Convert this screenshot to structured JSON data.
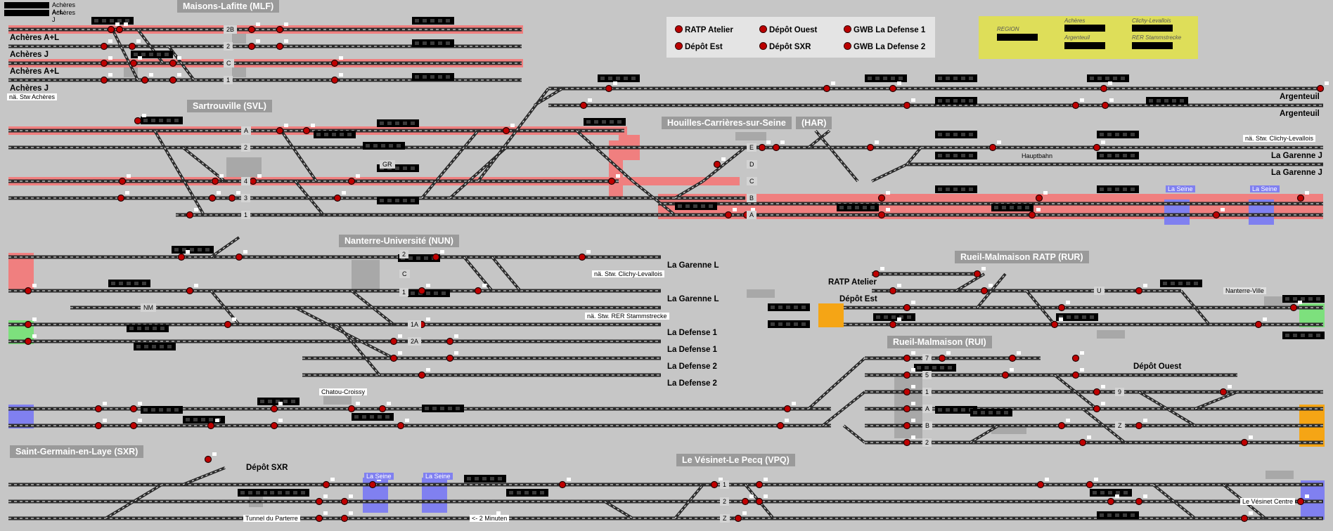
{
  "top_left": {
    "line1": "Achères A+L",
    "line2": "Achères J"
  },
  "stations": [
    {
      "id": "mlf",
      "name": "Maisons-Lafitte (MLF)"
    },
    {
      "id": "svl",
      "name": "Sartrouville (SVL)"
    },
    {
      "id": "har",
      "name": "Houilles-Carrières-sur-Seine"
    },
    {
      "id": "har2",
      "name": "(HAR)"
    },
    {
      "id": "nun",
      "name": "Nanterre-Université (NUN)"
    },
    {
      "id": "rur",
      "name": "Rueil-Malmaison RATP (RUR)"
    },
    {
      "id": "rui",
      "name": "Rueil-Malmaison (RUI)"
    },
    {
      "id": "sxr",
      "name": "Saint-Germain-en-Laye (SXR)"
    },
    {
      "id": "vpq",
      "name": "Le Vésinet-Le Pecq (VPQ)"
    }
  ],
  "destinations": [
    {
      "id": "acheres-al-1",
      "text": "Achères A+L"
    },
    {
      "id": "acheres-j-1",
      "text": "Achères J"
    },
    {
      "id": "acheres-al-2",
      "text": "Achères A+L"
    },
    {
      "id": "acheres-j-2",
      "text": "Achères J"
    },
    {
      "id": "argenteuil-1",
      "text": "Argenteuil"
    },
    {
      "id": "argenteuil-2",
      "text": "Argenteuil"
    },
    {
      "id": "garenne-j-1",
      "text": "La Garenne J"
    },
    {
      "id": "garenne-j-2",
      "text": "La Garenne J"
    },
    {
      "id": "garenne-l-1",
      "text": "La Garenne L"
    },
    {
      "id": "garenne-l-2",
      "text": "La Garenne L"
    },
    {
      "id": "defense-1a",
      "text": "La Defense 1"
    },
    {
      "id": "defense-1b",
      "text": "La Defense 1"
    },
    {
      "id": "defense-2a",
      "text": "La Defense 2"
    },
    {
      "id": "defense-2b",
      "text": "La Defense 2"
    },
    {
      "id": "ratp-atelier",
      "text": "RATP Atelier"
    },
    {
      "id": "depot-est",
      "text": "Dépôt Est"
    },
    {
      "id": "depot-ouest",
      "text": "Dépôt Ouest"
    },
    {
      "id": "depot-sxr",
      "text": "Dépôt SXR"
    }
  ],
  "notes": [
    {
      "id": "stw-acheres",
      "text": "nä. Stw Achères"
    },
    {
      "id": "stw-clichy-1",
      "text": "nä. Stw. Clichy-Levallois"
    },
    {
      "id": "stw-clichy-2",
      "text": "nä. Stw. Clichy-Levallois"
    },
    {
      "id": "stw-rer",
      "text": "nä. Stw. RER Stammstrecke"
    },
    {
      "id": "hauptbahn",
      "text": "Hauptbahn"
    },
    {
      "id": "chatou",
      "text": "Chatou-Croissy"
    },
    {
      "id": "nanterre-ville",
      "text": "Nanterre-Ville"
    },
    {
      "id": "tunnel",
      "text": "Tunnel du Parterre"
    },
    {
      "id": "minuten",
      "text": "<- 2 Minuten"
    },
    {
      "id": "vesinet-centre",
      "text": "Le Vésinet Centre"
    },
    {
      "id": "la-seine-1",
      "text": "La Seine"
    },
    {
      "id": "la-seine-2",
      "text": "La Seine"
    },
    {
      "id": "la-seine-3",
      "text": "La Seine"
    },
    {
      "id": "la-seine-4",
      "text": "La Seine"
    }
  ],
  "legend": {
    "ratp_atelier": "RATP Atelier",
    "depot_ouest": "Dépôt Ouest",
    "gwb_defense_1": "GWB La Defense 1",
    "depot_est": "Dépôt Est",
    "depot_sxr": "Dépôt SXR",
    "gwb_defense_2": "GWB La Defense 2"
  },
  "region_panel": {
    "region": "REGION",
    "acheres": "Achères",
    "argenteuil": "Argenteuil",
    "clichy": "Clichy-Levallois",
    "rer": "RER Stammstrecke"
  },
  "track_numbers": [
    {
      "id": "t-2b",
      "text": "2B"
    },
    {
      "id": "t-2",
      "text": "2"
    },
    {
      "id": "t-c",
      "text": "C"
    },
    {
      "id": "t-1",
      "text": "1"
    },
    {
      "id": "t-a",
      "text": "A"
    },
    {
      "id": "t-2s",
      "text": "2"
    },
    {
      "id": "t-4",
      "text": "4"
    },
    {
      "id": "t-3",
      "text": "3"
    },
    {
      "id": "t-1s",
      "text": "1"
    },
    {
      "id": "t-e",
      "text": "E"
    },
    {
      "id": "t-d",
      "text": "D"
    },
    {
      "id": "t-ch",
      "text": "C"
    },
    {
      "id": "t-b",
      "text": "B"
    },
    {
      "id": "t-ah",
      "text": "A"
    },
    {
      "id": "t-gr",
      "text": "GR"
    },
    {
      "id": "t-2n",
      "text": "2"
    },
    {
      "id": "t-cn",
      "text": "C"
    },
    {
      "id": "t-1n",
      "text": "1"
    },
    {
      "id": "t-nm",
      "text": "NM"
    },
    {
      "id": "t-1a",
      "text": "1A"
    },
    {
      "id": "t-2a",
      "text": "2A"
    },
    {
      "id": "t-u",
      "text": "U"
    },
    {
      "id": "t-7",
      "text": "7"
    },
    {
      "id": "t-5",
      "text": "5"
    },
    {
      "id": "t-1r",
      "text": "1"
    },
    {
      "id": "t-ar",
      "text": "A"
    },
    {
      "id": "t-br",
      "text": "B"
    },
    {
      "id": "t-2r",
      "text": "2"
    },
    {
      "id": "t-9",
      "text": "9"
    },
    {
      "id": "t-z",
      "text": "Z"
    },
    {
      "id": "t-1v",
      "text": "1"
    },
    {
      "id": "t-2v",
      "text": "2"
    },
    {
      "id": "t-zv",
      "text": "Z"
    }
  ],
  "colors": {
    "background": "#c6c6c6",
    "occupied_route": "#f07f7f",
    "track": "#2b2b2b",
    "track_marks": "#ffffff",
    "signal": "#c00000",
    "label_bg": "#9a9a9a",
    "region_bg": "#dede59",
    "river": "#8080f0",
    "depot_orange": "#f5a515",
    "exit_green": "#7de07d"
  },
  "icons": [
    "signal-icon",
    "track-icon",
    "switch-icon",
    "train-display-icon"
  ]
}
